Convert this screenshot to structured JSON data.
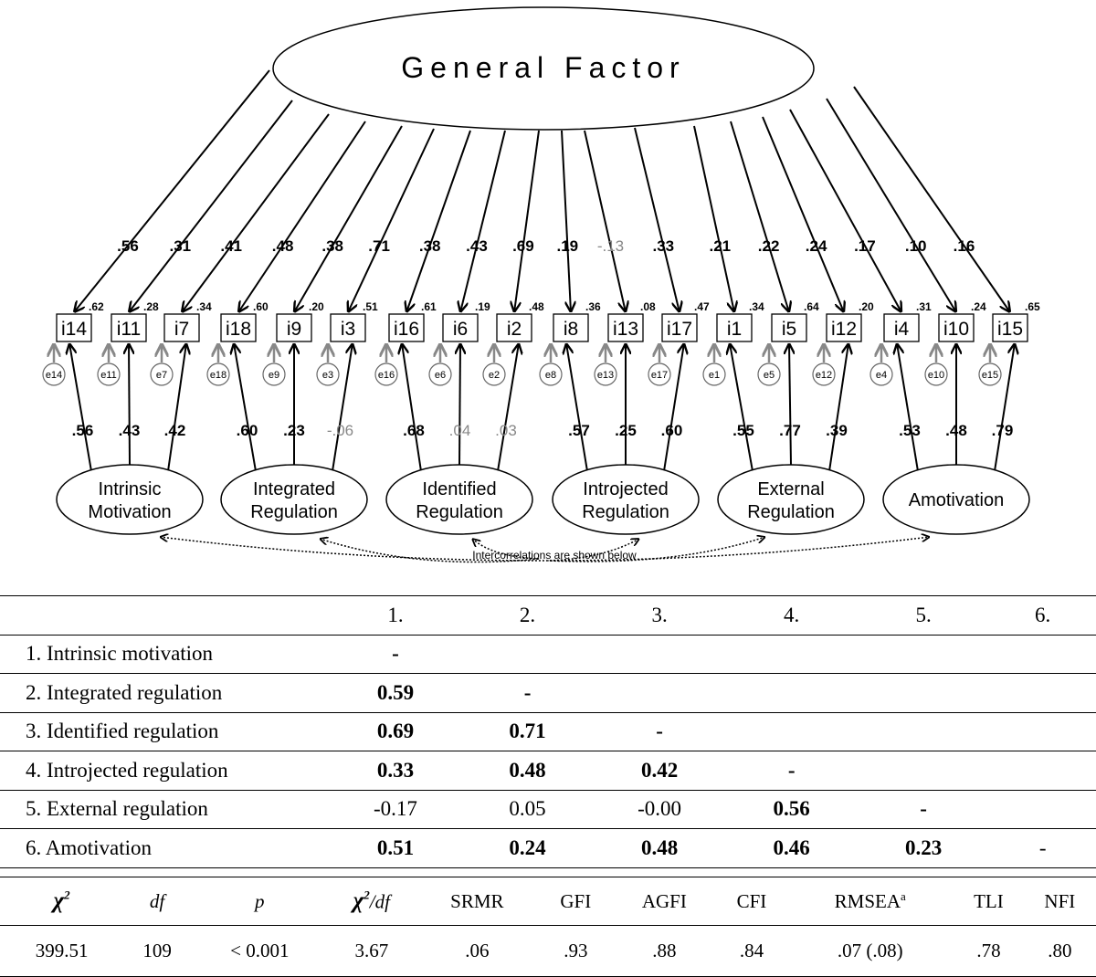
{
  "general_factor": {
    "label": "General Factor"
  },
  "items": [
    {
      "label": "i14",
      "error": "e14",
      "r2": ".62",
      "g_loading": ".56",
      "g_grey": false
    },
    {
      "label": "i11",
      "error": "e11",
      "r2": ".28",
      "g_loading": ".31",
      "g_grey": false
    },
    {
      "label": "i7",
      "error": "e7",
      "r2": ".34",
      "g_loading": ".41",
      "g_grey": false
    },
    {
      "label": "i18",
      "error": "e18",
      "r2": ".60",
      "g_loading": ".48",
      "g_grey": false
    },
    {
      "label": "i9",
      "error": "e9",
      "r2": ".20",
      "g_loading": ".38",
      "g_grey": false
    },
    {
      "label": "i3",
      "error": "e3",
      "r2": ".51",
      "g_loading": ".71",
      "g_grey": false
    },
    {
      "label": "i16",
      "error": "e16",
      "r2": ".61",
      "g_loading": ".38",
      "g_grey": false
    },
    {
      "label": "i6",
      "error": "e6",
      "r2": ".19",
      "g_loading": ".43",
      "g_grey": false
    },
    {
      "label": "i2",
      "error": "e2",
      "r2": ".48",
      "g_loading": ".69",
      "g_grey": false
    },
    {
      "label": "i8",
      "error": "e8",
      "r2": ".36",
      "g_loading": ".19",
      "g_grey": false
    },
    {
      "label": "i13",
      "error": "e13",
      "r2": ".08",
      "g_loading": "-.13",
      "g_grey": true
    },
    {
      "label": "i17",
      "error": "e17",
      "r2": ".47",
      "g_loading": ".33",
      "g_grey": false
    },
    {
      "label": "i1",
      "error": "e1",
      "r2": ".34",
      "g_loading": ".21",
      "g_grey": false
    },
    {
      "label": "i5",
      "error": "e5",
      "r2": ".64",
      "g_loading": ".22",
      "g_grey": false
    },
    {
      "label": "i12",
      "error": "e12",
      "r2": ".20",
      "g_loading": ".24",
      "g_grey": false
    },
    {
      "label": "i4",
      "error": "e4",
      "r2": ".31",
      "g_loading": ".17",
      "g_grey": false
    },
    {
      "label": "i10",
      "error": "e10",
      "r2": ".24",
      "g_loading": ".10",
      "g_grey": false
    },
    {
      "label": "i15",
      "error": "e15",
      "r2": ".65",
      "g_loading": ".16",
      "g_grey": false
    }
  ],
  "factors": [
    {
      "lines": [
        "Intrinsic",
        "Motivation"
      ],
      "loadings": [
        ".56",
        ".43",
        ".42"
      ],
      "grey": [
        false,
        false,
        false
      ]
    },
    {
      "lines": [
        "Integrated",
        "Regulation"
      ],
      "loadings": [
        ".60",
        ".23",
        "-.06"
      ],
      "grey": [
        false,
        false,
        true
      ]
    },
    {
      "lines": [
        "Identified",
        "Regulation"
      ],
      "loadings": [
        ".68",
        ".04",
        ".03"
      ],
      "grey": [
        false,
        true,
        true
      ]
    },
    {
      "lines": [
        "Introjected",
        "Regulation"
      ],
      "loadings": [
        ".57",
        ".25",
        ".60"
      ],
      "grey": [
        false,
        false,
        false
      ]
    },
    {
      "lines": [
        "External",
        "Regulation"
      ],
      "loadings": [
        ".55",
        ".77",
        ".39"
      ],
      "grey": [
        false,
        false,
        false
      ]
    },
    {
      "lines": [
        "Amotivation"
      ],
      "loadings": [
        ".53",
        ".48",
        ".79"
      ],
      "grey": [
        false,
        false,
        false
      ]
    }
  ],
  "intercorrelation_note": "Intercorrelations are shown below",
  "correlation_table": {
    "headers": [
      "1.",
      "2.",
      "3.",
      "4.",
      "5.",
      "6."
    ],
    "rows": [
      {
        "label": "1. Intrinsic motivation",
        "cells": [
          "-",
          "",
          "",
          "",
          "",
          ""
        ],
        "bold": [
          true,
          false,
          false,
          false,
          false,
          false
        ]
      },
      {
        "label": "2. Integrated regulation",
        "cells": [
          "0.59",
          "-",
          "",
          "",
          "",
          ""
        ],
        "bold": [
          true,
          true,
          false,
          false,
          false,
          false
        ]
      },
      {
        "label": "3. Identified regulation",
        "cells": [
          "0.69",
          "0.71",
          "-",
          "",
          "",
          ""
        ],
        "bold": [
          true,
          true,
          true,
          false,
          false,
          false
        ]
      },
      {
        "label": "4. Introjected regulation",
        "cells": [
          "0.33",
          "0.48",
          "0.42",
          "-",
          "",
          ""
        ],
        "bold": [
          true,
          true,
          true,
          true,
          false,
          false
        ]
      },
      {
        "label": "5. External regulation",
        "cells": [
          "-0.17",
          "0.05",
          "-0.00",
          "0.56",
          "-",
          ""
        ],
        "bold": [
          false,
          false,
          false,
          true,
          true,
          false
        ]
      },
      {
        "label": "6. Amotivation",
        "cells": [
          "0.51",
          "0.24",
          "0.48",
          "0.46",
          "0.23",
          "-"
        ],
        "bold": [
          true,
          true,
          true,
          true,
          true,
          false
        ]
      }
    ]
  },
  "fit_indices": {
    "headers": [
      "χ2",
      "df",
      "p",
      "χ2/df",
      "SRMR",
      "GFI",
      "AGFI",
      "CFI",
      "RMSEA",
      "TLI",
      "NFI"
    ],
    "rmsea_superscript": "a",
    "values": [
      "399.51",
      "109",
      "< 0.001",
      "3.67",
      ".06",
      ".93",
      ".88",
      ".84",
      ".07 (.08)",
      ".78",
      ".80"
    ]
  }
}
